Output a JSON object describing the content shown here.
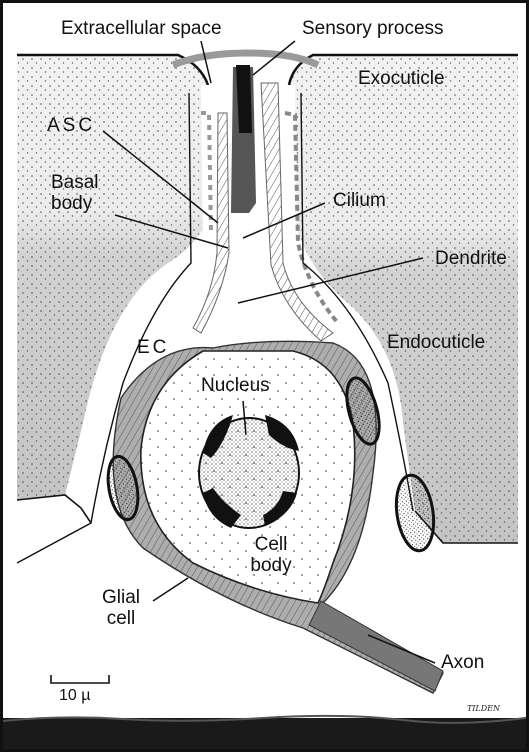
{
  "labels": {
    "extracellular_space": "Extracellular space",
    "sensory_process": "Sensory process",
    "exocuticle": "Exocuticle",
    "asc": "ASC",
    "basal_body": "Basal body",
    "cilium": "Cilium",
    "dendrite": "Dendrite",
    "ec": "EC",
    "endocuticle": "Endocuticle",
    "nucleus": "Nucleus",
    "cell_body": "Cell body",
    "glial_cell": "Glial cell",
    "axon": "Axon",
    "scale_bar": "10 µ"
  },
  "signature": "TILDEN",
  "colors": {
    "background": "#ffffff",
    "cuticle_upper": "#f1f1f1",
    "cuticle_lower": "#c9c9c9",
    "ink": "#111111",
    "glial": "#8f8f8f",
    "dark_band": "#1a1a1a"
  }
}
